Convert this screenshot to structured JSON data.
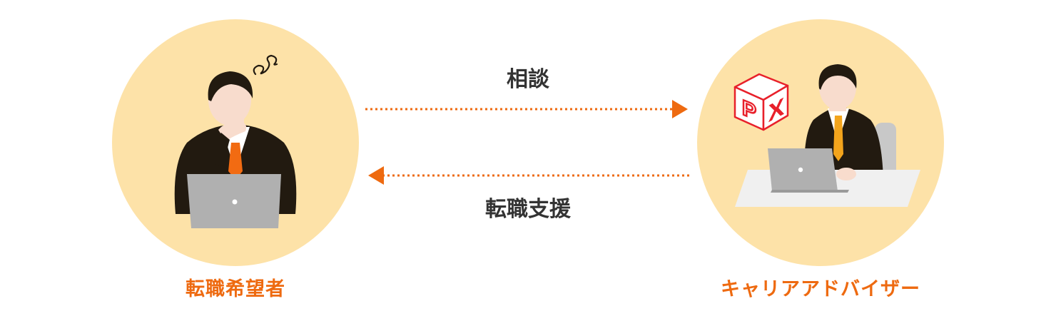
{
  "colors": {
    "accent": "#ee6a10",
    "circle": "#fde2a8",
    "text": "#333333",
    "suit": "#221a10",
    "skin": "#f8dccd",
    "laptop": "#b0b0b0",
    "tie_left": "#f26b12",
    "tie_right": "#f3a41c",
    "logo_red": "#e8202a"
  },
  "left_role": {
    "label": "転職希望者"
  },
  "right_role": {
    "label": "キャリアアドバイザー"
  },
  "flows": {
    "top": {
      "label": "相談",
      "direction": "right"
    },
    "bottom": {
      "label": "転職支援",
      "direction": "left"
    }
  },
  "logo": {
    "letters": [
      "P",
      "X"
    ]
  },
  "icons": {
    "arrow_right": "arrow-right-icon",
    "arrow_left": "arrow-left-icon",
    "confusion": "confusion-swirl-icon",
    "logo": "px-box-logo-icon"
  }
}
